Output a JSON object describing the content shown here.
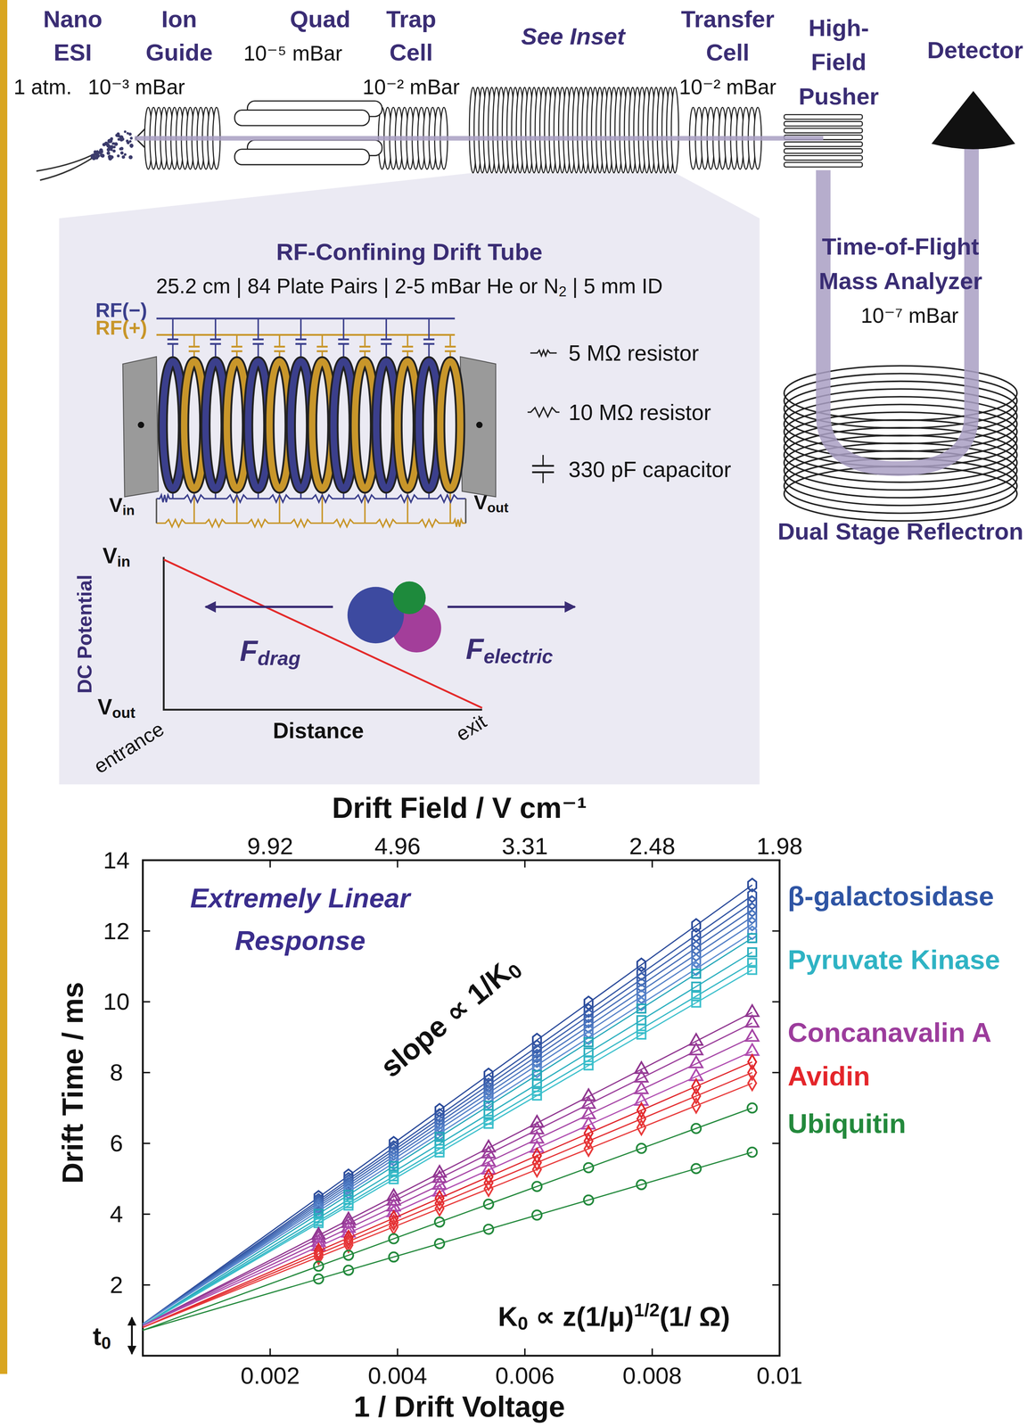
{
  "diagram": {
    "nodes": [
      {
        "text": [
          "RF-Confining Drift Tube",
          "25.2 cm | 84 Plate Pairs | 2-5 mBar He or N2 | 5 mm ID"
        ]
      }
    ],
    "labels": [
      "Nano ESI",
      "1 atm.",
      "Ion Guide",
      "10⁻³ mBar",
      "Quad",
      "10⁻⁵ mBar",
      "Trap Cell",
      "10⁻² mBar",
      "See Inset",
      "Transfer Cell",
      "10⁻² mBar",
      "High-Field Pusher",
      "Detector",
      "Time-of-Flight Mass Analyzer",
      "10⁻⁷ mBar",
      "Dual Stage Reflectron",
      "RF(−)",
      "RF(+)",
      "Vin",
      "Vout",
      "DC Potential",
      "Vin",
      "Vout",
      "Distance",
      "entrance",
      "exit",
      "Fdrag",
      "Felectric",
      "Drift Field / V cm⁻¹",
      "9.92",
      "4.96",
      "3.31",
      "2.48",
      "1.98",
      "14",
      "12",
      "10",
      "8",
      "6",
      "4",
      "2",
      "Drift Time / ms",
      "Extremely Linear Response",
      "β-galactosidase",
      "Pyruvate Kinase",
      "Concanavalin A",
      "Avidin",
      "Ubiquitin",
      "slope ∝ 1/K0",
      "K0 ∝ z(1/μ)1/2(1/ Ω)",
      "t0",
      "0.002",
      "0.004",
      "0.006",
      "0.008",
      "0.01",
      "1 / Drift Voltage"
    ],
    "legend": [
      {
        "text": "5 MΩ resistor"
      },
      {
        "text": "10 MΩ resistor"
      },
      {
        "text": "330 pF capacitor"
      }
    ]
  }
}
